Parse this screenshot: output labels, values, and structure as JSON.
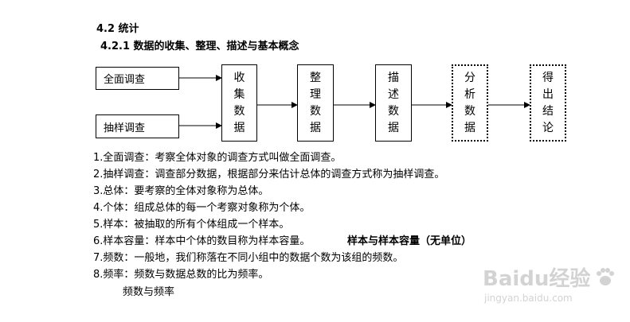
{
  "section": {
    "heading": "4.2 统计",
    "subheading": "4.2.1 数据的收集、整理、描述与基本概念"
  },
  "flow": {
    "survey_full": "全面调查",
    "survey_sample": "抽样调查",
    "steps": [
      {
        "chars": [
          "收",
          "集",
          "数",
          "据"
        ],
        "border": "solid"
      },
      {
        "chars": [
          "整",
          "理",
          "数",
          "据"
        ],
        "border": "solid"
      },
      {
        "chars": [
          "描",
          "述",
          "数",
          "据"
        ],
        "border": "solid"
      },
      {
        "chars": [
          "分",
          "析",
          "数",
          "据"
        ],
        "border": "dotted"
      },
      {
        "chars": [
          "得",
          "出",
          "结",
          "论"
        ],
        "border": "dotted"
      }
    ]
  },
  "definitions": [
    "1.全面调查：考察全体对象的调查方式叫做全面调查。",
    "2.抽样调查：调查部分数据，根据部分来估计总体的调查方式称为抽样调查。",
    "3.总体：要考察的全体对象称为总体。",
    "4.个体：组成总体的每一个考察对象称为个体。",
    "5.样本：被抽取的所有个体组成一个样本。",
    "6.样本容量：样本中个体的数目称为样本容量。",
    "7.频数：一般地，我们称落在不同小组中的数据个数为该组的频数。",
    "8.频率：频数与数据总数的比为频率。"
  ],
  "inline_heading": "样本与样本容量（无单位）",
  "caption": "频数与频率",
  "watermark": {
    "logo_text": "Baidu经验",
    "url": "jingyan.baidu.com",
    "icon": "paw-icon"
  }
}
